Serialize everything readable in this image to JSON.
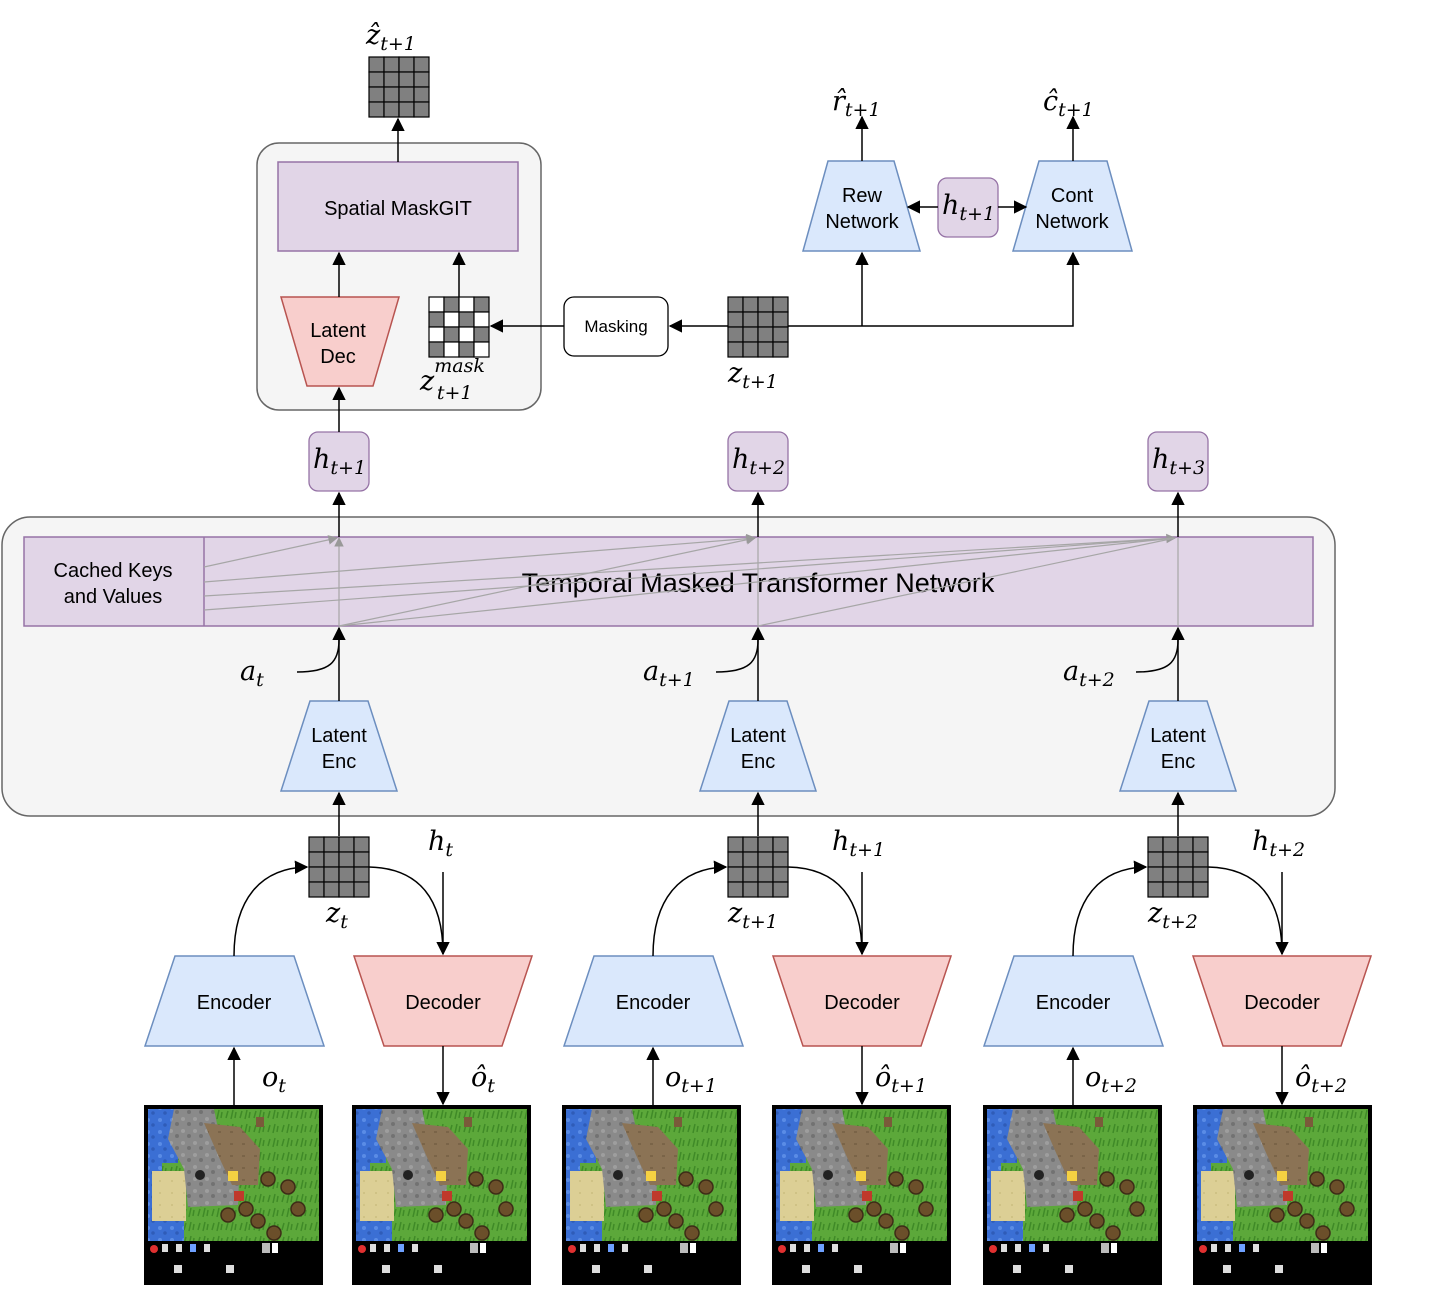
{
  "colors": {
    "purple_fill": "#e1d5e7",
    "purple_stroke": "#9673a6",
    "blue_fill": "#dae8fc",
    "blue_stroke": "#6c8ebf",
    "red_fill": "#f8cecc",
    "red_stroke": "#b85450",
    "panel_fill": "#f5f5f5",
    "panel_stroke": "#666666",
    "grid_fill": "#808080"
  },
  "boxes": {
    "spatial_maskgit": "Spatial MaskGIT",
    "latent_dec": [
      "Latent",
      "Dec"
    ],
    "masking": "Masking",
    "rew_network": [
      "Rew",
      "Network"
    ],
    "cont_network": [
      "Cont",
      "Network"
    ],
    "cached_kv": [
      "Cached Keys",
      "and Values"
    ],
    "temporal_transformer": "Temporal Masked Transformer Network",
    "latent_enc": [
      "Latent",
      "Enc"
    ],
    "encoder": "Encoder",
    "decoder": "Decoder"
  },
  "symbols": {
    "z_hat": "ẑ",
    "r_hat": "r̂",
    "c_hat": "ĉ",
    "h": "h",
    "z": "z",
    "a": "a",
    "o": "o",
    "o_hat": "ô",
    "mask_sup": "mask"
  },
  "subscripts": {
    "t": "t",
    "t1": "t+1",
    "t2": "t+2",
    "t3": "t+3"
  }
}
